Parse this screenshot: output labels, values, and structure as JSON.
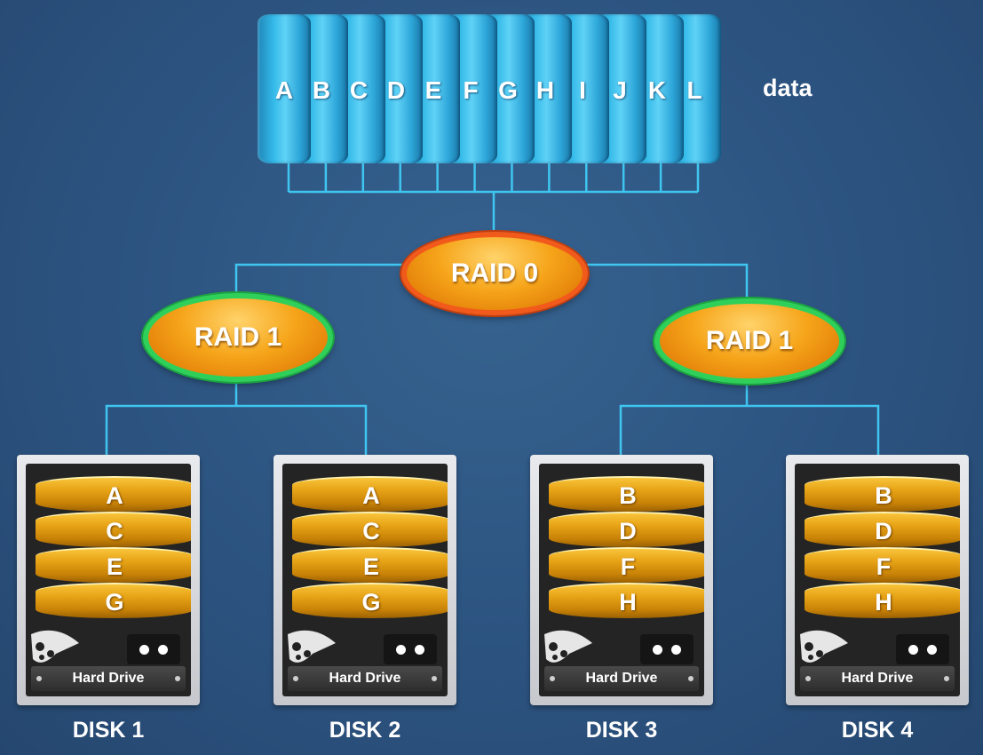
{
  "data_array": {
    "blocks": [
      "A",
      "B",
      "C",
      "D",
      "E",
      "F",
      "G",
      "H",
      "I",
      "J",
      "K",
      "L"
    ],
    "label": "data"
  },
  "raid0": {
    "label": "RAID 0"
  },
  "raid1_left": {
    "label": "RAID 1"
  },
  "raid1_right": {
    "label": "RAID 1"
  },
  "disks": [
    {
      "name": "DISK 1",
      "blocks": [
        "A",
        "C",
        "E",
        "G"
      ],
      "plate": "Hard Drive"
    },
    {
      "name": "DISK 2",
      "blocks": [
        "A",
        "C",
        "E",
        "G"
      ],
      "plate": "Hard Drive"
    },
    {
      "name": "DISK 3",
      "blocks": [
        "B",
        "D",
        "F",
        "H"
      ],
      "plate": "Hard Drive"
    },
    {
      "name": "DISK 4",
      "blocks": [
        "B",
        "D",
        "F",
        "H"
      ],
      "plate": "Hard Drive"
    }
  ],
  "colors": {
    "connector": "#3fc6f0",
    "raid0_ring": "#f15a1a",
    "raid1_ring": "#2fd05a",
    "oval_fill": "#f6a51a",
    "cylinder": "#34b9e8",
    "platter": "#e8a417"
  }
}
